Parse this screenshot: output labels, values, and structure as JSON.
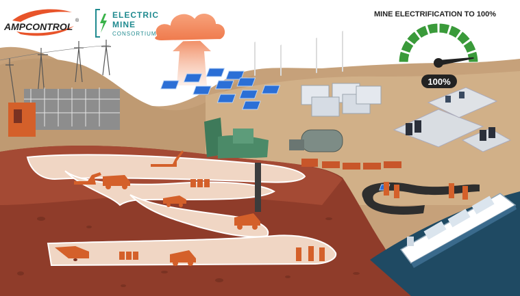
{
  "brand": {
    "ampcontrol": "AMPCONTROL",
    "registered": "®"
  },
  "consortium": {
    "line1": "ELECTRIC",
    "line2": "MINE",
    "line3": "CONSORTIUM"
  },
  "gauge": {
    "title": "MINE ELECTRIFICATION TO 100%",
    "readout": "100%",
    "level_fraction": 1.0
  },
  "colors": {
    "ampcontrol_red": "#e8542a",
    "consortium_teal": "#1f8a8f",
    "gauge_green": "#3a9a3a",
    "sky": "#ffffff",
    "surface_tan": "#c9a57a",
    "underground_dark": "#8b3b2a",
    "tunnel": "#f0d8c6",
    "machine_orange": "#d4602a",
    "water": "#1f4a63",
    "arrow_orange": "#f08050"
  }
}
